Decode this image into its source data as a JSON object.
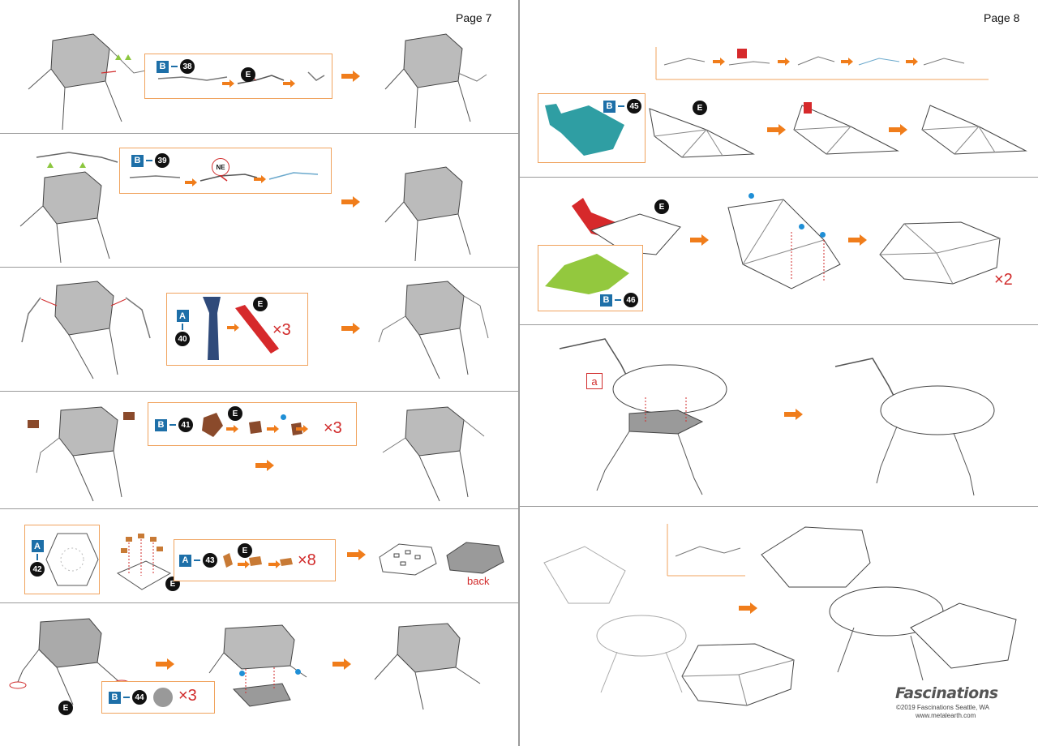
{
  "page_left": {
    "number_label": "Page 7"
  },
  "page_right": {
    "number_label": "Page 8"
  },
  "steps": {
    "s38": {
      "sheet": "B",
      "part": "38",
      "tag": "E"
    },
    "s39": {
      "sheet": "B",
      "part": "39",
      "tag": "NE"
    },
    "s40": {
      "sheet": "A",
      "part": "40",
      "tag": "E",
      "multiplier": "×3"
    },
    "s41": {
      "sheet": "B",
      "part": "41",
      "tag": "E",
      "multiplier": "×3"
    },
    "s42": {
      "sheet": "A",
      "part": "42"
    },
    "s43": {
      "sheet": "A",
      "part": "43",
      "tag": "E",
      "tag2": "E",
      "multiplier": "×8",
      "back_label": "back"
    },
    "s44": {
      "sheet": "B",
      "part": "44",
      "tag": "E",
      "multiplier": "×3"
    },
    "s45": {
      "sheet": "B",
      "part": "45",
      "tag": "E"
    },
    "s46": {
      "sheet": "B",
      "part": "46",
      "tag": "E",
      "multiplier": "×2"
    },
    "s47": {
      "tab_label": "a"
    }
  },
  "footer": {
    "brand": "Fascinations",
    "copyright": "©2019 Fascinations Seattle, WA",
    "website": "www.metalearth.com"
  },
  "colors": {
    "arrow": "#f07d1b",
    "box_border": "#f0a35e",
    "sheet_badge": "#1d6fa8",
    "multiplier": "#d12b2b",
    "part_teal": "#2f9ea3",
    "part_green": "#93c83e",
    "part_red": "#d6292b",
    "part_navy": "#2f4a7a",
    "part_brown": "#8a4a2b"
  }
}
